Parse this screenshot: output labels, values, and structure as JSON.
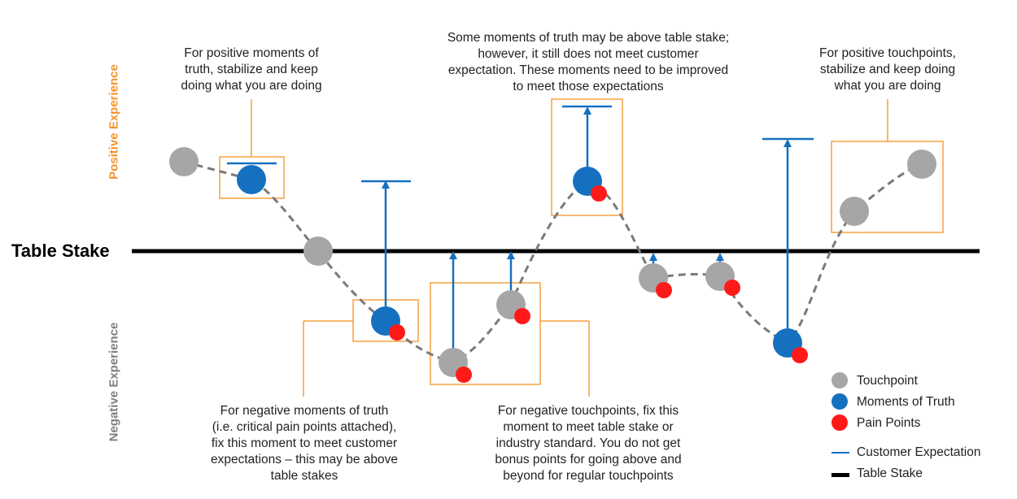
{
  "colors": {
    "touchpoint": "#a6a6a6",
    "moment_of_truth": "#1570c0",
    "pain_point": "#ff1a1a",
    "annotation_box": "#f5a140",
    "positive_label": "#f5932b",
    "negative_label": "#7f7f7f",
    "table_stake": "#000000",
    "expectation": "#1570c0",
    "journey": "#7a7a7a"
  },
  "side_labels": {
    "positive": "Positive Experience",
    "negative": "Negative Experience"
  },
  "table_stake_label": "Table Stake",
  "annotations": {
    "pos_moments": "For positive moments of truth, stabilize and keep doing what you are doing",
    "above_stake": "Some moments of truth may be above table stake; however, it still does not meet customer expectation. These moments need to be improved to meet those expectations",
    "pos_touchpoints": "For positive touchpoints, stabilize and keep doing what you are doing",
    "neg_moments": "For negative moments of truth (i.e. critical pain points attached), fix this moment to meet customer expectations – this may be above table stakes",
    "neg_touchpoints": "For negative touchpoints, fix this moment to meet table stake or industry standard. You do not get bonus points for going above and beyond for regular touchpoints"
  },
  "legend": {
    "touchpoint": "Touchpoint",
    "moments_of_truth": "Moments of Truth",
    "pain_points": "Pain Points",
    "customer_expectation": "Customer Expectation",
    "table_stake": "Table Stake"
  }
}
